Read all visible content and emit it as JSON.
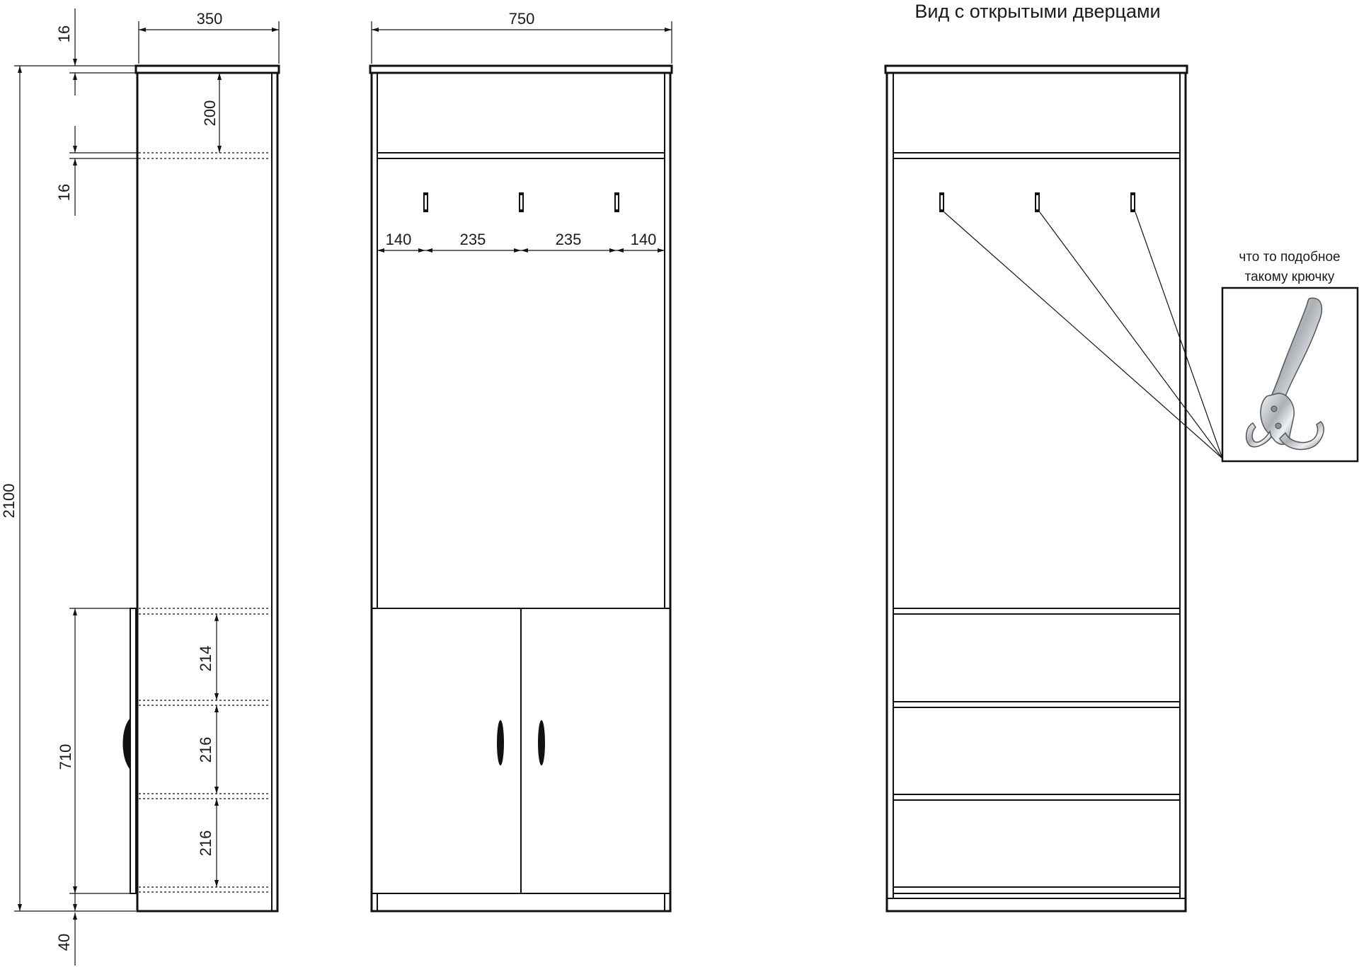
{
  "side_view": {
    "dims": {
      "width": "350",
      "top_board": "16",
      "top_gap": "200",
      "shelf_board": "16",
      "height": "2100",
      "lower_section": "710",
      "shelf_1": "214",
      "shelf_2": "216",
      "shelf_3": "216",
      "plinth": "40"
    }
  },
  "front_view": {
    "dims": {
      "width": "750",
      "left_margin": "140",
      "hook_gap_1": "235",
      "hook_gap_2": "235",
      "right_margin": "140"
    }
  },
  "open_view": {
    "title": "Вид с открытыми дверцами",
    "note_line_1": "что то подобное",
    "note_line_2": "такому крючку"
  },
  "colors": {
    "line": "#111111",
    "background": "#ffffff",
    "hook_metal": "#c8ccd0"
  }
}
